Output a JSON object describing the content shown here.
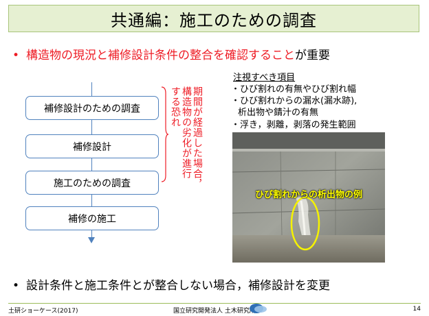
{
  "slide": {
    "title": "共通編：施工のための調査",
    "bullet1": {
      "red_text": "構造物の現況と補修設計条件の整合を確認すること",
      "black_text": "が重要"
    },
    "flow_boxes": [
      "補修設計のための調査",
      "補修設計",
      "施工のための調査",
      "補修の施工"
    ],
    "vertical_note": [
      "期間が経過した場合，",
      "構造物の劣化が進行",
      "する恐れ"
    ],
    "watch": {
      "title": "注視すべき項目",
      "items": [
        "・ひび割れの有無やひび割れ幅",
        "・ひび割れからの漏水(漏水跡),",
        "析出物や錆汁の有無",
        "・浮き，剥離，剥落の発生範囲"
      ]
    },
    "photo_caption": "ひび割れからの析出物の例",
    "bullet2": "設計条件と施工条件とが整合しない場合，補修設計を変更",
    "bullet_symbol": "•"
  },
  "footer": {
    "left": "土研ショーケース(2017)",
    "center": "国立研究開発法人 土木研究所",
    "page": "14"
  },
  "colors": {
    "accent_red": "#ee1c25",
    "flow_blue": "#4f81bd",
    "title_band": "#e6f0d2",
    "footer_line": "#9bbb59"
  }
}
